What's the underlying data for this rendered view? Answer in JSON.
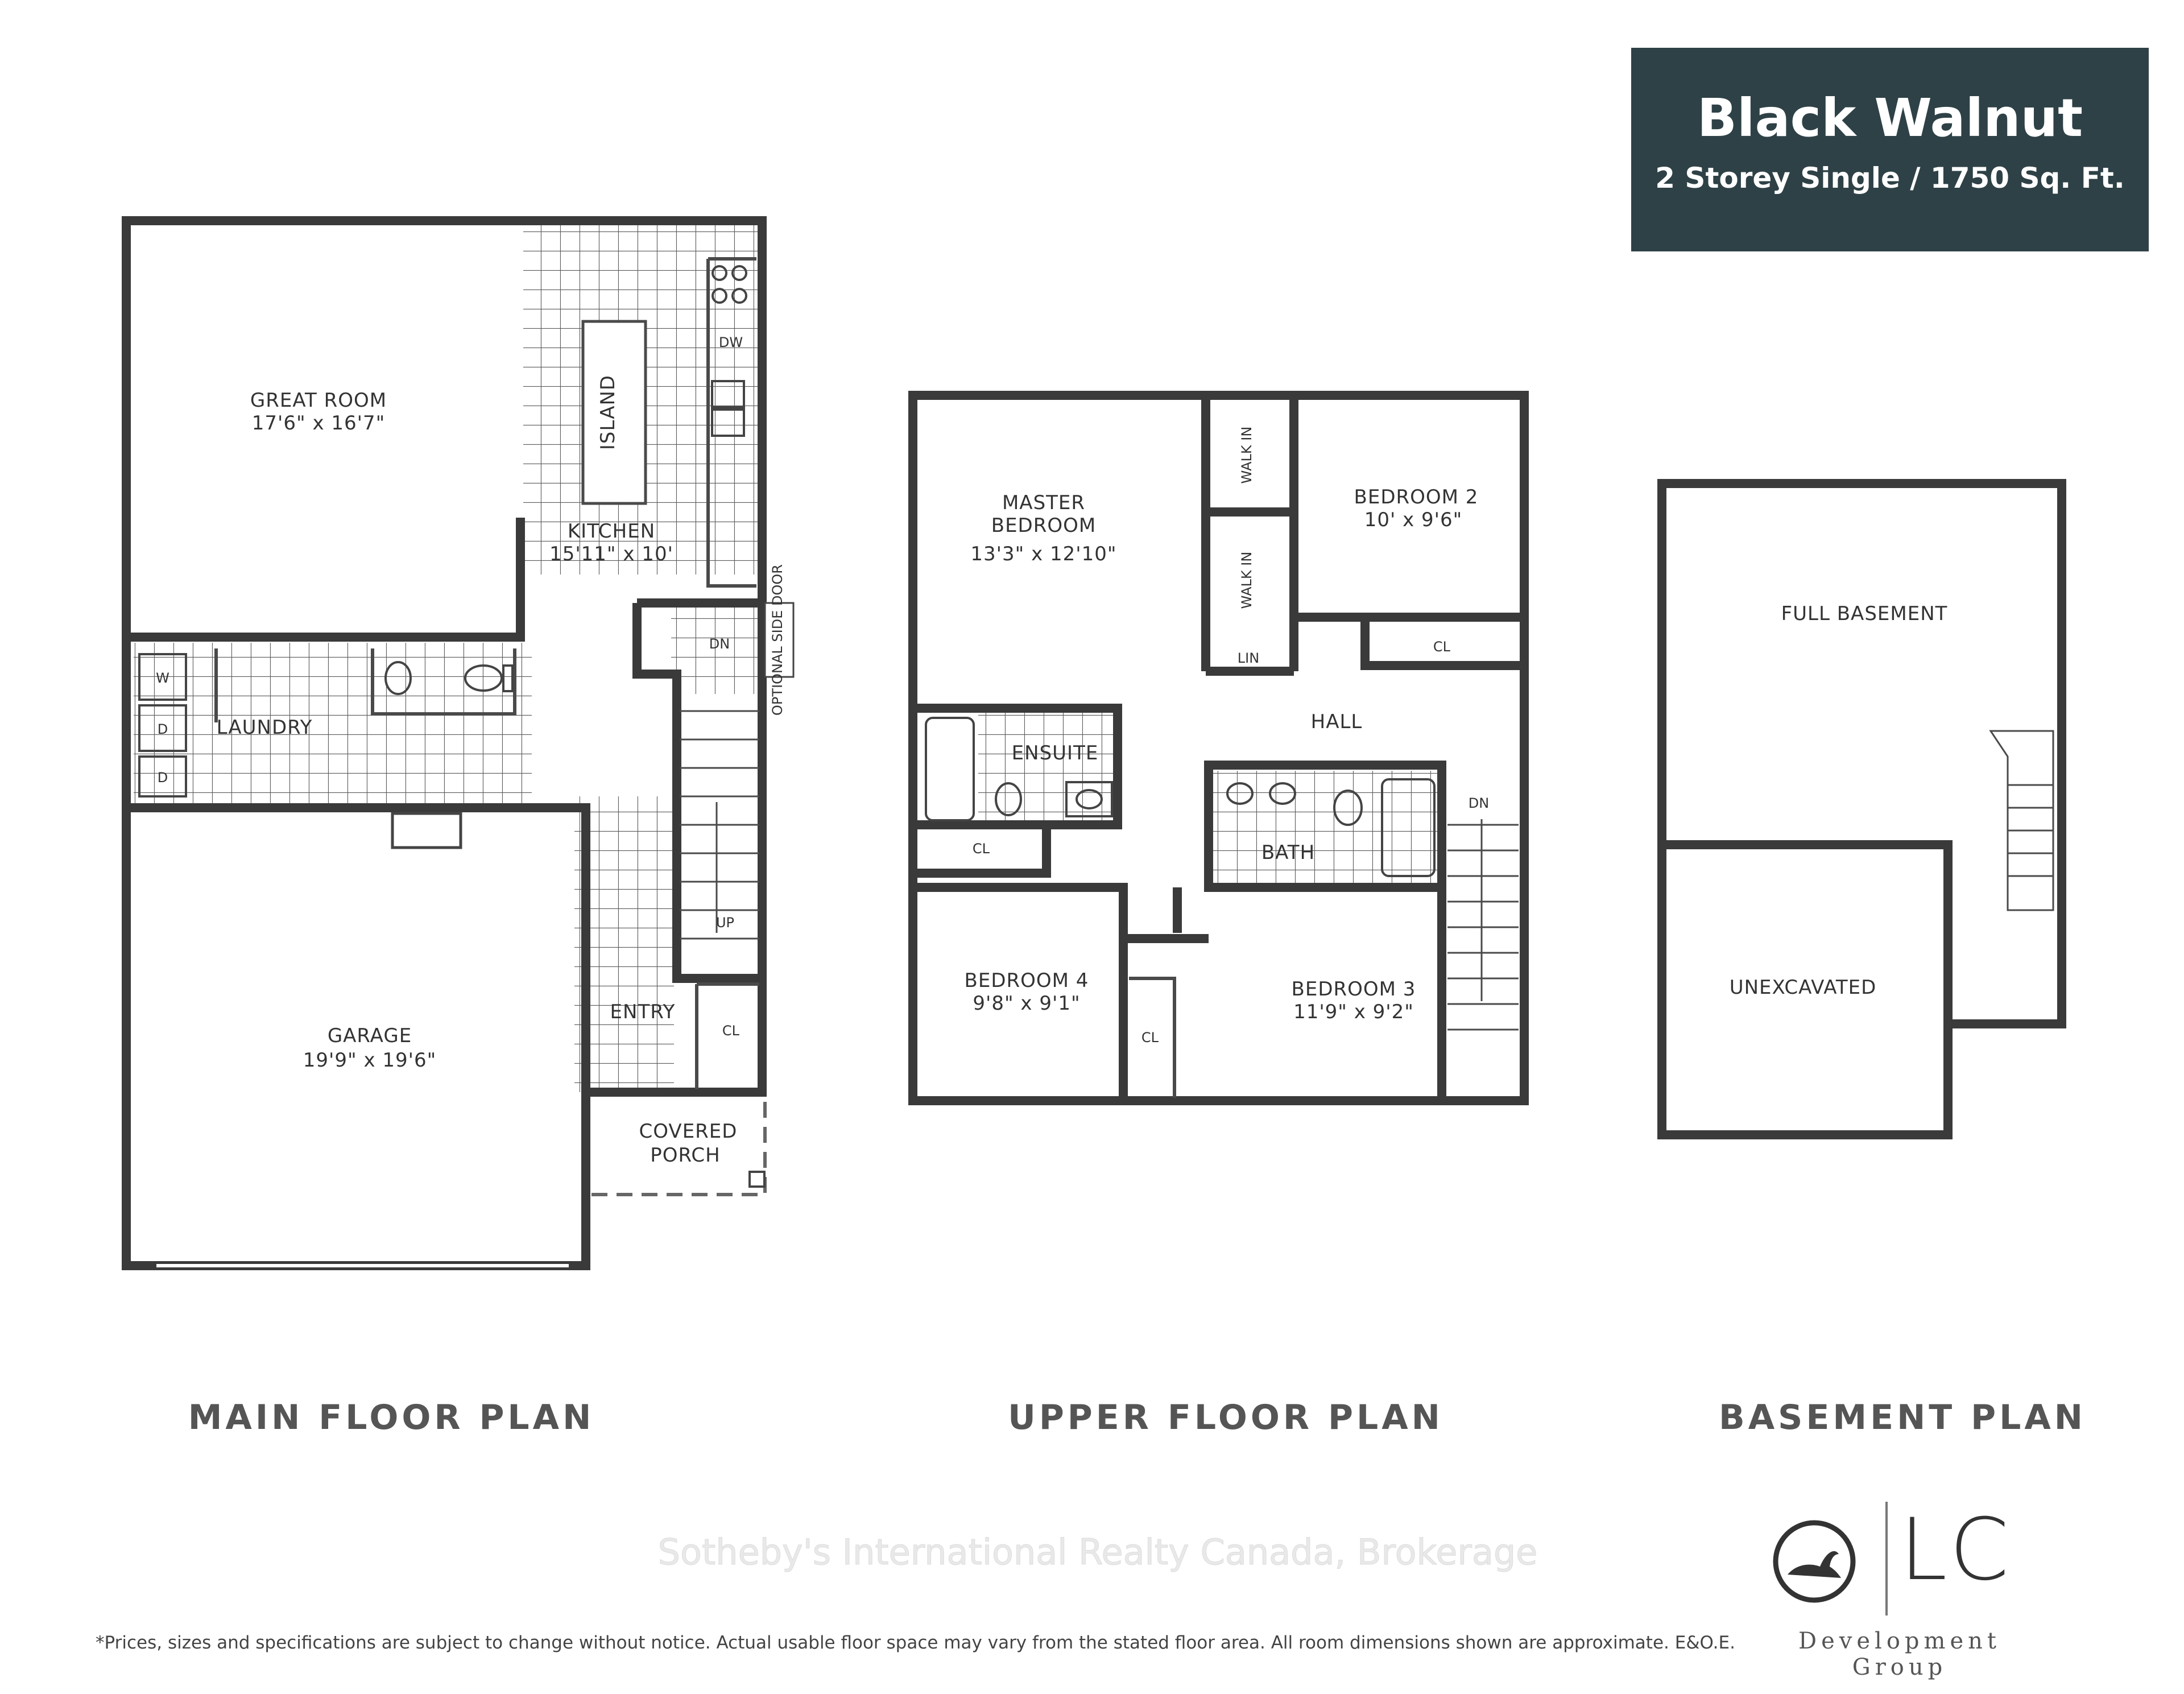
{
  "header": {
    "model_name": "Black Walnut",
    "model_subtitle": "2 Storey Single / 1750 Sq. Ft."
  },
  "main_floor": {
    "title": "MAIN FLOOR PLAN",
    "great_room": {
      "name": "GREAT ROOM",
      "size": "17'6\" x 16'7\""
    },
    "island": "ISLAND",
    "kitchen": {
      "name": "KITCHEN",
      "size": "15'11\" x 10'"
    },
    "dw": "DW",
    "dn": "DN",
    "optional_side_door": "OPTIONAL SIDE DOOR",
    "laundry": "LAUNDRY",
    "washer": "W",
    "dryer": "D",
    "unit_d": "D",
    "garage": {
      "name": "GARAGE",
      "size": "19'9\" x 19'6\""
    },
    "up": "UP",
    "entry": "ENTRY",
    "closet": "CL",
    "covered_porch_line1": "COVERED",
    "covered_porch_line2": "PORCH"
  },
  "upper_floor": {
    "title": "UPPER FLOOR PLAN",
    "master_line1": "MASTER",
    "master_line2": "BEDROOM",
    "master_size": "13'3\" x 12'10\"",
    "walk_in_1": "WALK IN",
    "walk_in_2": "WALK IN",
    "bedroom2": {
      "name": "BEDROOM 2",
      "size": "10' x 9'6\""
    },
    "lin": "LIN",
    "cl_bed2": "CL",
    "hall": "HALL",
    "ensuite": "ENSUITE",
    "bath": "BATH",
    "dn": "DN",
    "cl_ensuite": "CL",
    "bedroom4": {
      "name": "BEDROOM 4",
      "size": "9'8\" x 9'1\""
    },
    "bedroom3": {
      "name": "BEDROOM 3",
      "size": "11'9\" x 9'2\""
    },
    "cl_bed3": "CL"
  },
  "basement": {
    "title": "BASEMENT PLAN",
    "full_basement": "FULL BASEMENT",
    "unexcavated": "UNEXCAVATED"
  },
  "watermark": "Sotheby's International Realty Canada, Brokerage",
  "disclaimer": "*Prices, sizes and specifications are subject to change without notice. Actual usable floor space may vary from the stated floor area. All room dimensions shown are approximate. E&O.E.",
  "logo": {
    "letters": "LC",
    "tagline": "Development Group"
  },
  "colors": {
    "title_box": "#2e4146",
    "walls": "#3a3a3a",
    "text": "#333333"
  }
}
